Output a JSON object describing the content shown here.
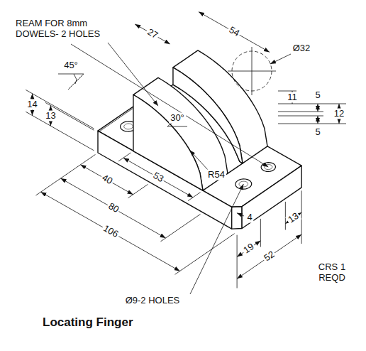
{
  "diagram": {
    "caption": "Locating Finger",
    "labels": [
      "REAM FOR 8mm DOWELS- 2 HOLES",
      "27",
      "54",
      "Ø32",
      "30°",
      "11",
      "5",
      "12",
      "5",
      "45°",
      "14",
      "13",
      "R54",
      "40",
      "53",
      "80",
      "106",
      "Ø9-2 HOLES",
      "52",
      "19",
      "13",
      "CRS 1 REQD",
      "4"
    ]
  }
}
